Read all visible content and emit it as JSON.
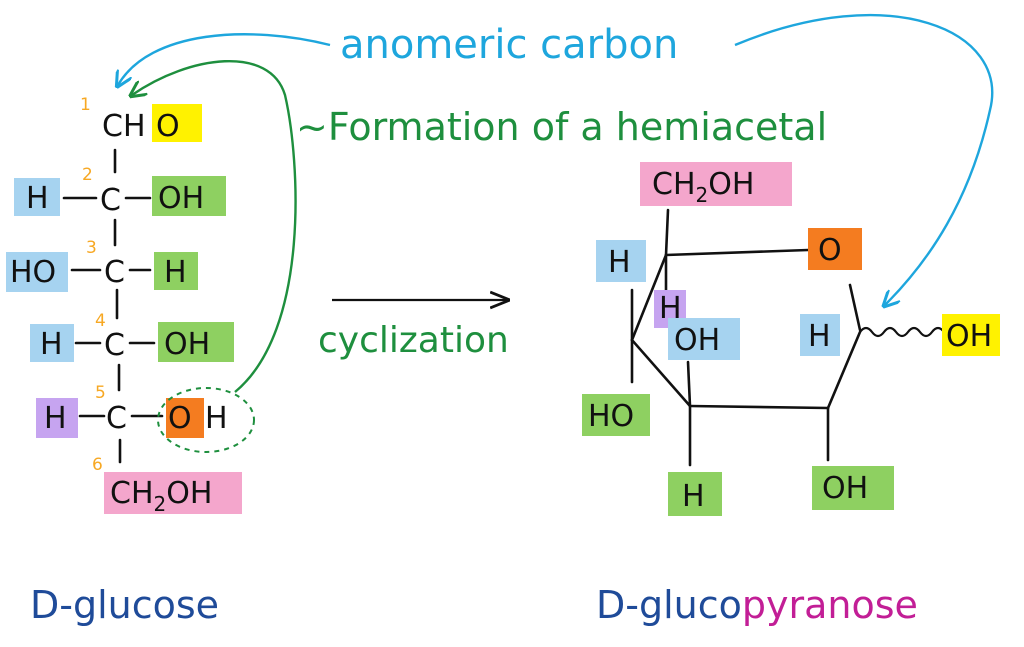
{
  "colors": {
    "blue_box": "#a6d3f0",
    "green_box": "#8ed061",
    "yellow_box": "#fff200",
    "orange_box": "#f47c20",
    "purple_box": "#c6a4f0",
    "pink_box": "#f4a6cc",
    "number": "#f7a823",
    "annotation_blue": "#1ea6dd",
    "annotation_green": "#1e8f3e",
    "label_navy": "#1f4b99",
    "label_magenta": "#c21e96"
  },
  "annotations": {
    "anomeric": "anomeric carbon",
    "hemiacetal": "~Formation of a hemiacetal",
    "cyclization": "cyclization"
  },
  "glucose": {
    "c1": {
      "number": "1",
      "group": "CH",
      "highlight": "O"
    },
    "c2": {
      "number": "2",
      "left": "H",
      "center": "C",
      "right": "OH"
    },
    "c3": {
      "number": "3",
      "left": "HO",
      "center": "C",
      "right": "H"
    },
    "c4": {
      "number": "4",
      "left": "H",
      "center": "C",
      "right": "OH"
    },
    "c5": {
      "number": "5",
      "left": "H",
      "center": "C",
      "right_o": "O",
      "right_h": "H"
    },
    "c6": {
      "number": "6",
      "group": "CH",
      "sub": "2",
      "tail": "OH"
    },
    "name": "D-glucose"
  },
  "pyranose": {
    "ch2oh": {
      "main": "CH",
      "sub": "2",
      "tail": "OH"
    },
    "ring_o": "O",
    "c5_h": "H",
    "c4_h": "H",
    "c4_oh": "OH",
    "c4_ho": "HO",
    "c3_h": "H",
    "c2_oh": "OH",
    "c1_h": "H",
    "c1_oh": "OH",
    "name_prefix": "D-gluco",
    "name_suffix": "pyranose"
  }
}
